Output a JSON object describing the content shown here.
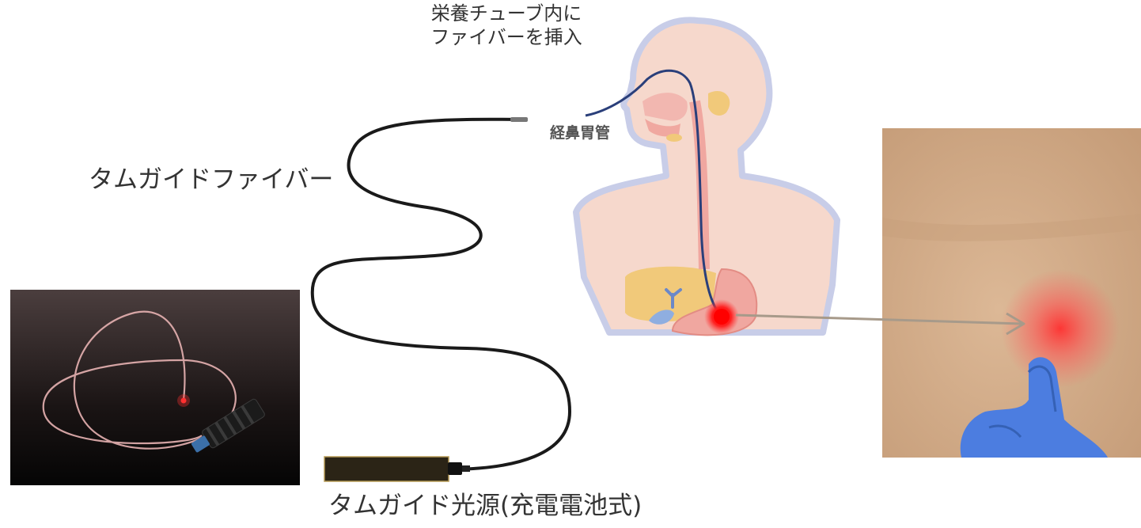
{
  "labels": {
    "insert_line1": "栄養チューブ内に",
    "insert_line2": "ファイバーを挿入",
    "fiber": "タムガイドファイバー",
    "light_source": "タムガイド光源(充電電池式)",
    "ngt": "経鼻胃管"
  },
  "colors": {
    "background": "#ffffff",
    "text": "#333333",
    "cable": "#1a1a1a",
    "body_fill": "#f6d8cc",
    "body_outline": "#c8cde8",
    "tube": "#2a3f7a",
    "light": "#ff1a1a",
    "liver": "#f1c97a",
    "stomach": "#f0a7a0",
    "arrow": "#a79a8a",
    "glove": "#4c7de0",
    "skin": "#d9b48e",
    "light_source_box": "#2b2416"
  }
}
